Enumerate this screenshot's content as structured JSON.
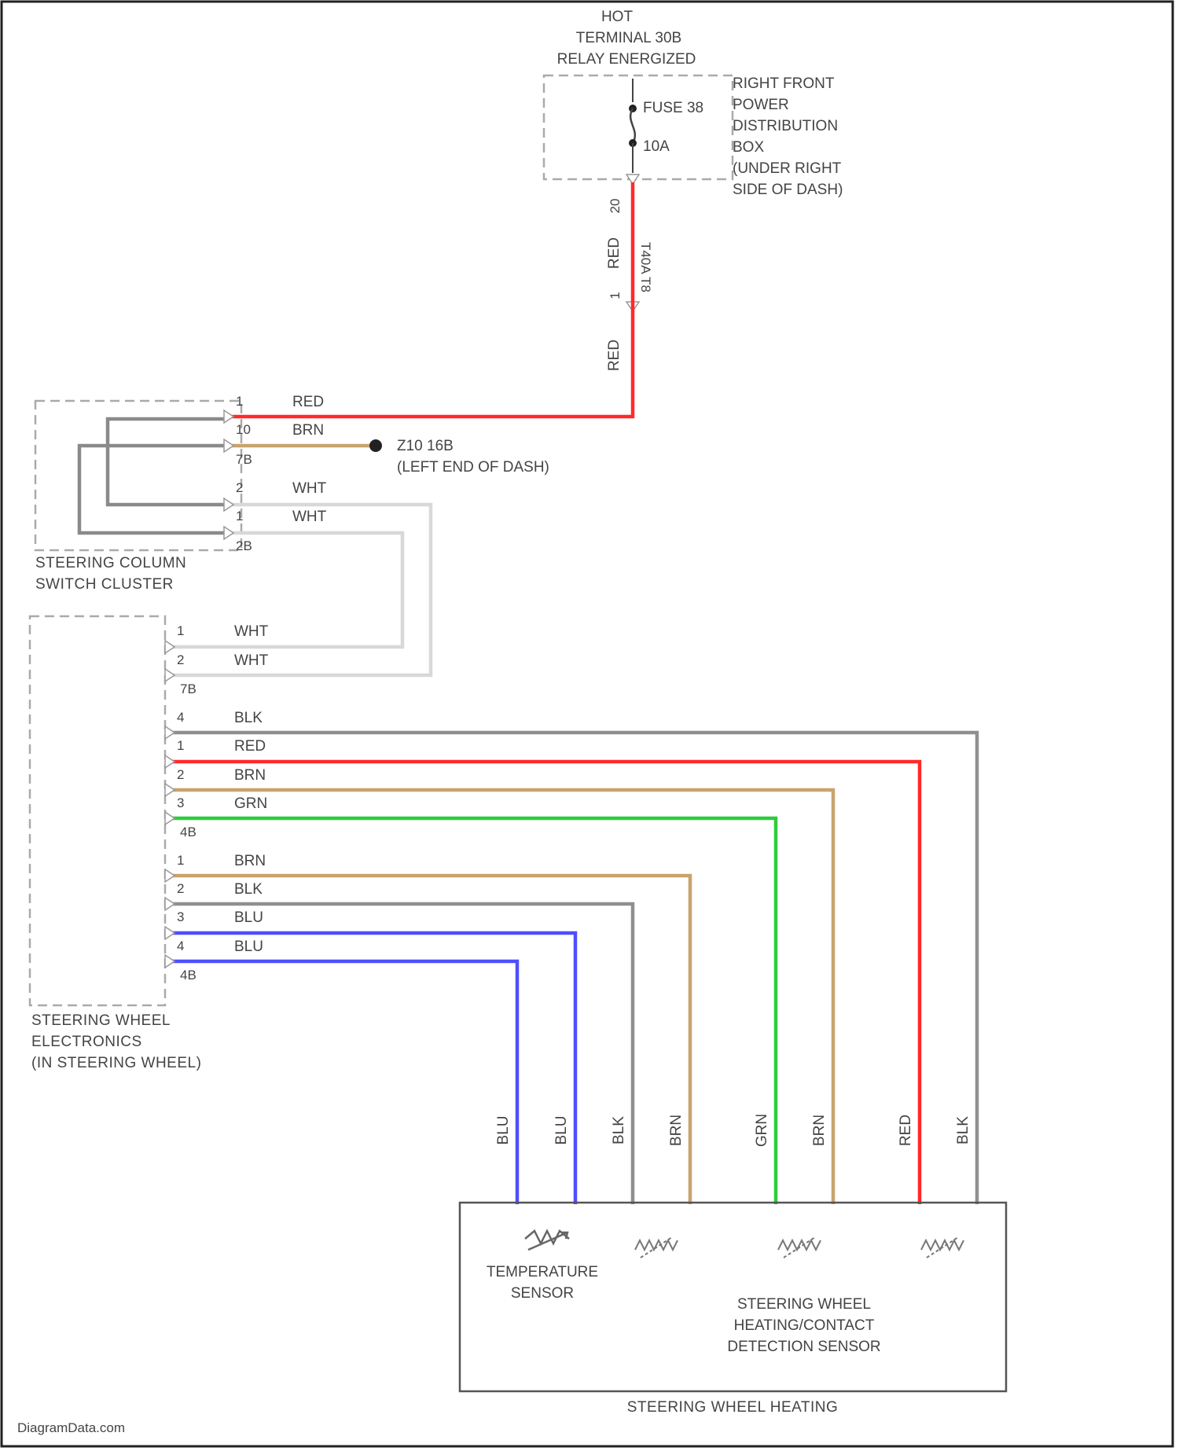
{
  "colors": {
    "red": "#ff2a2a",
    "brn": "#c9a36d",
    "wht": "#d8d8d8",
    "blk": "#8f8f8f",
    "grn": "#2ecc3a",
    "blu": "#4e4eff"
  },
  "power": {
    "hot": "HOT",
    "terminal": "TERMINAL 30B",
    "relay": "RELAY ENERGIZED"
  },
  "fuse": {
    "name": "FUSE 38",
    "rating": "10A"
  },
  "power_box": {
    "line1": "RIGHT FRONT",
    "line2": "POWER",
    "line3": "DISTRIBUTION",
    "line4": "BOX",
    "line5": "(UNDER RIGHT",
    "line6": "SIDE OF DASH)"
  },
  "riser": {
    "pin_top": "20",
    "color_top": "RED",
    "connector": "T40A T8",
    "pin_mid": "1",
    "color_bot": "RED"
  },
  "ground": {
    "name": "Z10 16B",
    "location": "(LEFT END OF DASH)"
  },
  "scc": {
    "name_line1": "STEERING COLUMN",
    "name_line2": "SWITCH CLUSTER",
    "pins": [
      {
        "pin": "1",
        "color": "RED"
      },
      {
        "pin": "10",
        "color": "BRN"
      },
      {
        "pin": "7B",
        "color": ""
      },
      {
        "pin": "2",
        "color": "WHT"
      },
      {
        "pin": "1",
        "color": "WHT"
      },
      {
        "pin": "2B",
        "color": ""
      }
    ]
  },
  "swe": {
    "name_line1": "STEERING WHEEL",
    "name_line2": "ELECTRONICS",
    "name_line3": "(IN STEERING WHEEL)",
    "conn_a": {
      "pins": [
        {
          "pin": "1",
          "color": "WHT"
        },
        {
          "pin": "2",
          "color": "WHT"
        }
      ],
      "label": "7B"
    },
    "conn_b": {
      "pins": [
        {
          "pin": "4",
          "color": "BLK"
        },
        {
          "pin": "1",
          "color": "RED"
        },
        {
          "pin": "2",
          "color": "BRN"
        },
        {
          "pin": "3",
          "color": "GRN"
        }
      ],
      "label": "4B"
    },
    "conn_c": {
      "pins": [
        {
          "pin": "1",
          "color": "BRN"
        },
        {
          "pin": "2",
          "color": "BLK"
        },
        {
          "pin": "3",
          "color": "BLU"
        },
        {
          "pin": "4",
          "color": "BLU"
        }
      ],
      "label": "4B"
    }
  },
  "swh": {
    "name": "STEERING WHEEL HEATING",
    "temp_sensor_line1": "TEMPERATURE",
    "temp_sensor_line2": "SENSOR",
    "detect_line1": "STEERING WHEEL",
    "detect_line2": "HEATING/CONTACT",
    "detect_line3": "DETECTION SENSOR",
    "wire_labels": [
      "BLU",
      "BLU",
      "BLK",
      "BRN",
      "GRN",
      "BRN",
      "RED",
      "BLK"
    ]
  },
  "watermark": "DiagramData.com"
}
